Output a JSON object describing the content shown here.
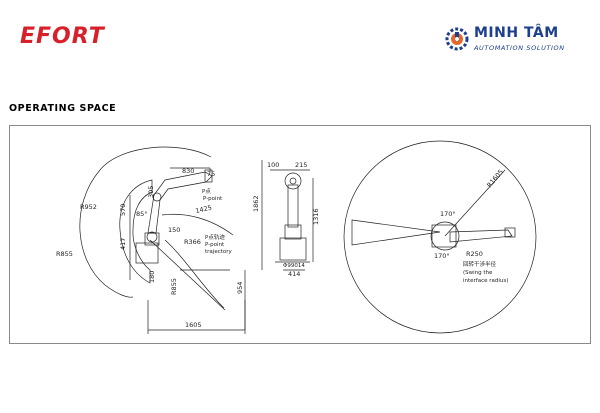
{
  "header": {
    "brand": "EFORT",
    "partner_name": "MINH TÂM",
    "partner_tagline": "AUTOMATION SOLUTION",
    "partner_logo_icon": "gear-robot-logo"
  },
  "section": {
    "title": "OPERATING SPACE"
  },
  "colors": {
    "brand_red": "#d8202a",
    "partner_blue": "#1c3f8f",
    "partner_orange": "#e8682a",
    "line": "#222222"
  },
  "side_view": {
    "dim_830": "830",
    "dim_75": "75",
    "label_p_point_cn": "P点",
    "label_p_point_en": "P-point",
    "dim_305": "305",
    "dim_R952": "R952",
    "dim_570": "570",
    "dim_85": "85°",
    "dim_1425": "1425",
    "dim_150": "150",
    "dim_417": "417",
    "dim_R366": "R366",
    "label_trajectory_cn": "P点轨迹",
    "label_trajectory_en1": "P-point",
    "label_trajectory_en2": "trajectory",
    "dim_R855": "R855",
    "dim_180": "180",
    "dim_R855_lower": "R855",
    "dim_1862": "1862",
    "dim_954": "954",
    "dim_1605": "1605"
  },
  "front_view": {
    "dim_100": "100",
    "dim_215": "215",
    "dim_1316": "1316",
    "dim_990": "Φ99014",
    "dim_414": "414"
  },
  "top_view": {
    "dim_R1605": "R1605",
    "dim_170_top": "170°",
    "dim_170_bottom": "170°",
    "dim_R250": "R250",
    "label_swing_cn": "回转干涉半径",
    "label_swing_en1": "(Swing the",
    "label_swing_en2": "interface radius)"
  }
}
